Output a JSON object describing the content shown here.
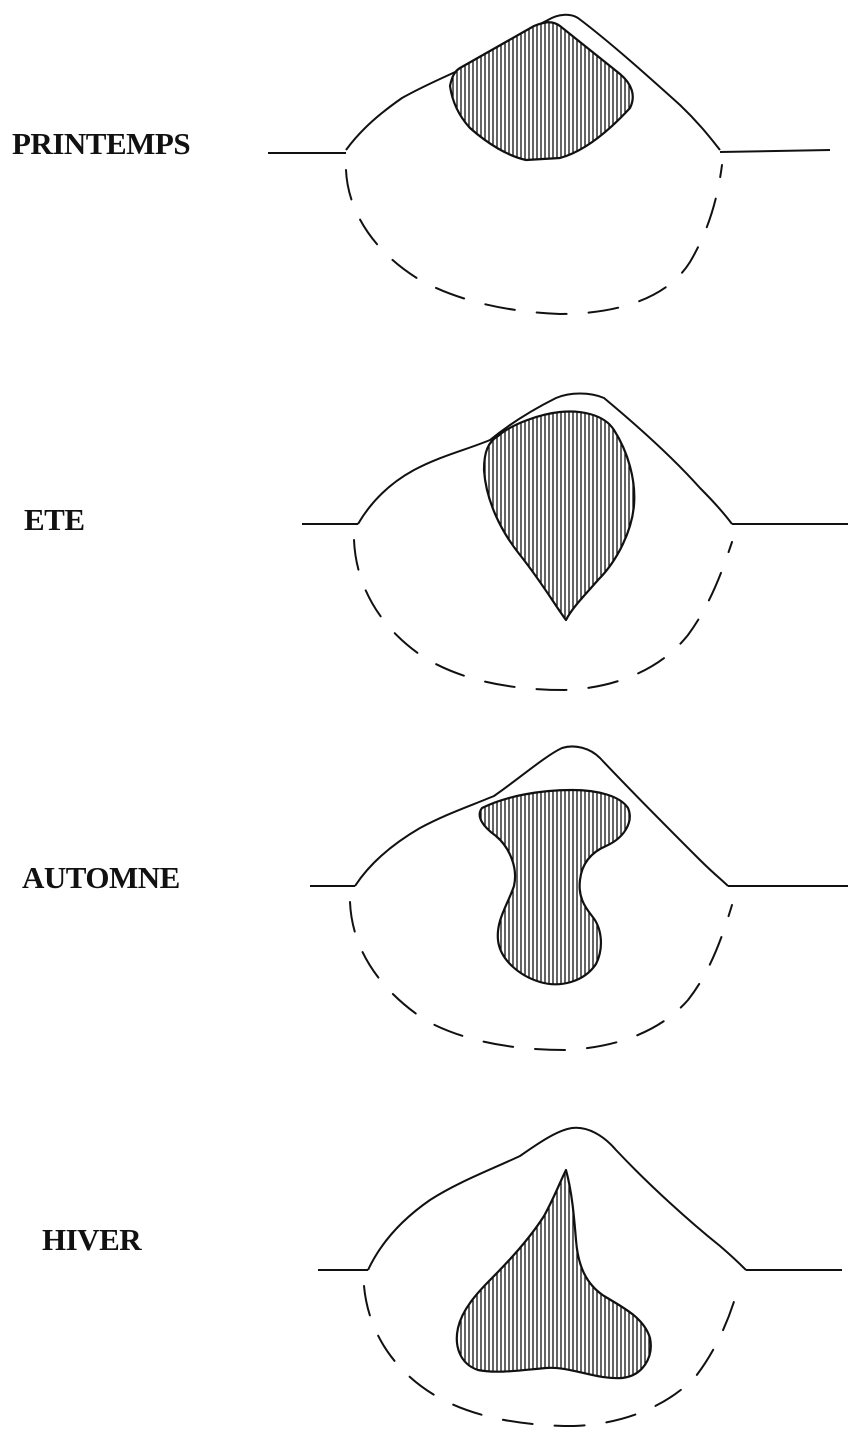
{
  "seasons": [
    {
      "id": "printemps",
      "label": "PRINTEMPS"
    },
    {
      "id": "ete",
      "label": "ETE"
    },
    {
      "id": "automne",
      "label": "AUTOMNE"
    },
    {
      "id": "hiver",
      "label": "HIVER"
    }
  ],
  "colors": {
    "ink": "#111111",
    "background": "#ffffff"
  }
}
